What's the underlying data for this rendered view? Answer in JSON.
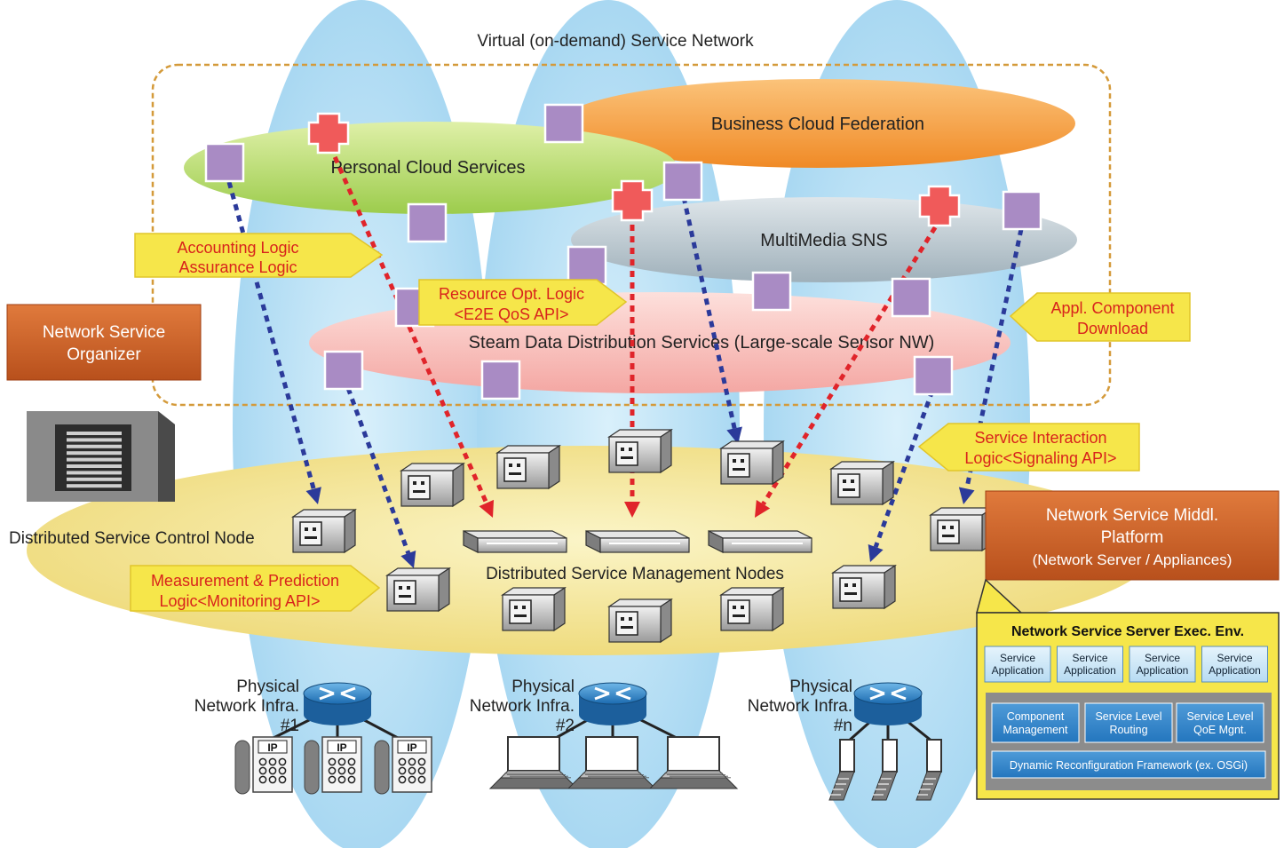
{
  "title": "Virtual (on-demand) Service Network",
  "services": {
    "business_cloud": "Business Cloud Federation",
    "personal_cloud": "Personal Cloud Services",
    "multimedia_sns": "MultiMedia SNS",
    "steam_data": "Steam Data Distribution Services (Large-scale Sensor NW)"
  },
  "callouts": {
    "accounting": [
      "Accounting Logic",
      "Assurance Logic"
    ],
    "resource": [
      "Resource Opt. Logic",
      "<E2E QoS API>"
    ],
    "appl_component": [
      "Appl. Component",
      "Download"
    ],
    "service_interaction": [
      "Service Interaction",
      "Logic<Signaling API>"
    ],
    "measurement": [
      "Measurement & Prediction",
      "Logic<Monitoring API>"
    ]
  },
  "organizer": [
    "Network Service",
    "Organizer"
  ],
  "middleware": [
    "Network Service Middl.",
    "Platform",
    "(Network Server / Appliances)"
  ],
  "control_node_label": "Distributed Service Control Node",
  "management_nodes_label": "Distributed Service Management Nodes",
  "infra": [
    {
      "line1": "Physical",
      "line2": "Network Infra.",
      "num": "#1"
    },
    {
      "line1": "Physical",
      "line2": "Network Infra.",
      "num": "#2"
    },
    {
      "line1": "Physical",
      "line2": "Network Infra.",
      "num": "#n"
    }
  ],
  "phone_label": "IP",
  "exec_env": {
    "title": "Network Service Server Exec. Env.",
    "apps": [
      "Service Application",
      "Service Application",
      "Service Application",
      "Service Application"
    ],
    "components": [
      "Component Management",
      "Service Level Routing",
      "Service Level QoE Mgnt."
    ],
    "framework": "Dynamic Reconfiguration Framework (ex. OSGi)"
  },
  "colors": {
    "sky": "#bfe3f6",
    "ellipse_yellow": "#f5e9a0",
    "callout_fill": "#f6e64a",
    "callout_text": "#d8231c",
    "orange_box": "#cf6024",
    "dash_border": "#d49a3a",
    "blue_arrow": "#2b3a9a",
    "red_arrow": "#e0242a",
    "component": "#a98bc4"
  }
}
